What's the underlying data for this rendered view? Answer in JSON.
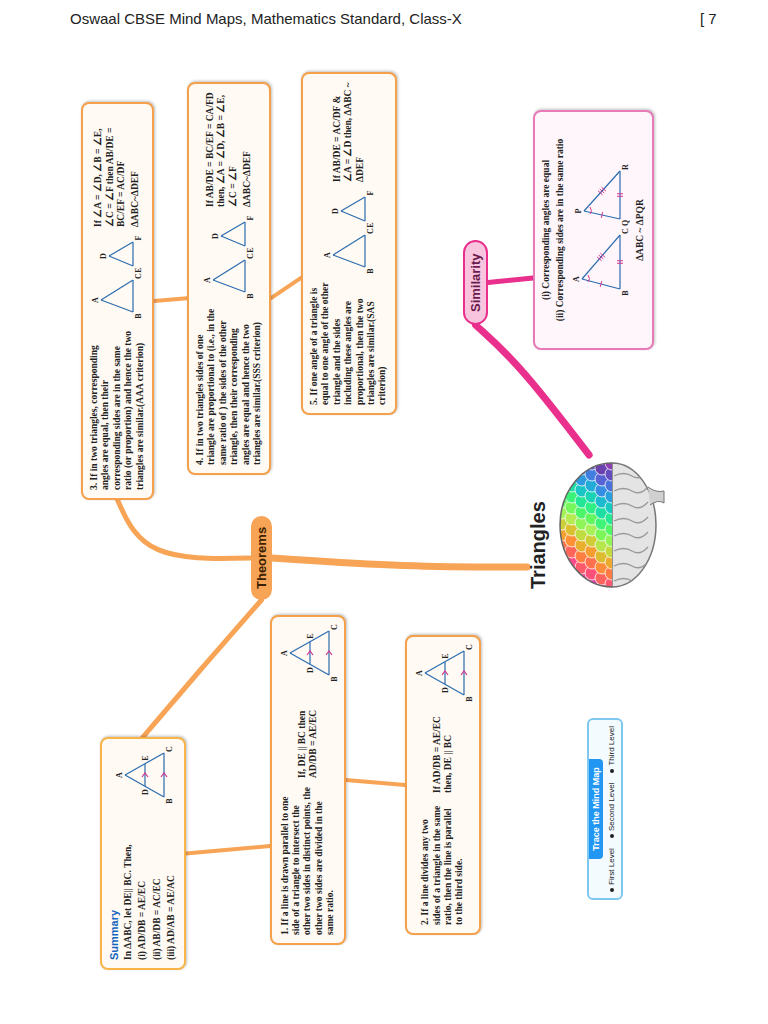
{
  "diagram": {
    "nodes": [
      {
        "text": [
          "Triangles"
        ]
      },
      {
        "text": [
          "Theorems"
        ]
      },
      {
        "text": [
          "Summary",
          "In ΔABC, let DE|| BC. Then,",
          "(i) AD/DB = AE/EC",
          "(ii) AB/DB = AC/EC",
          "(iii) AD/AB = AE/AC"
        ]
      },
      {
        "text": [
          "1. If a line is drawn parallel to one side of a triangle to intersect the other two sides in distinct points, the other two sides are divided in the same ratio.",
          "If, DE || BC then AD/DB = AE/EC"
        ]
      },
      {
        "text": [
          "2. If a line divides any two sides of a triangle in the same ratio, then the line is parallel to the third side.",
          "If AD/DB = AE/EC then, DE || BC"
        ]
      },
      {
        "text": [
          "3. If in two triangles, corresponding angles are equal, then their corresponding sides are in the same ratio (or proportion) and hence the two triangles are similar.(AAA criterion)",
          "If ∠A = ∠D, ∠B = ∠E, ∠C = ∠F then AB/DE = BC/EF = AC/DF",
          "ΔABC~ΔDEF"
        ]
      },
      {
        "text": [
          "4. If in two triangles sides of one triangle are proportional to (i.e., in the same ratio of ) the sides of the other triangle, then their corresponding angles are equal and hence the two triangles are similar.(SSS criterion)",
          "If AB/DE = BC/EF = CA/FD then, ∠A = ∠D, ∠B = ∠E, ∠C = ∠F",
          "ΔABC~ΔDEF"
        ]
      },
      {
        "text": [
          "5. If one angle of a triangle is equal to one angle of the other triangle and the sides including these angles are proportional, then the two triangles are similar.(SAS criterion)",
          "If AB/DE = AC/DF & ∠A = ∠D then, ΔABC ~ ΔDEF"
        ]
      },
      {
        "text": [
          "Similarity"
        ]
      },
      {
        "text": [
          "(i) Corresponding angles are equal",
          "(ii) Corresponding sides are in the same ratio",
          "ΔABC ~ ΔPQR"
        ]
      }
    ],
    "edges": [
      {
        "from": 0,
        "to": 1,
        "arrow": "none"
      },
      {
        "from": 0,
        "to": 8,
        "arrow": "none"
      },
      {
        "from": 1,
        "to": 2,
        "arrow": "none"
      },
      {
        "from": 2,
        "to": 3,
        "arrow": "none"
      },
      {
        "from": 3,
        "to": 4,
        "arrow": "none"
      },
      {
        "from": 1,
        "to": 5,
        "arrow": "none"
      },
      {
        "from": 5,
        "to": 6,
        "arrow": "none"
      },
      {
        "from": 6,
        "to": 7,
        "arrow": "none"
      },
      {
        "from": 8,
        "to": 9,
        "arrow": "none"
      }
    ],
    "labels": [
      "Oswaal CBSE Mind Maps, Mathematics Standard, Class-X",
      "[ 7",
      "Trace the Mind Map",
      "A",
      "D",
      "E",
      "B",
      "C",
      "A",
      "D",
      "E",
      "B",
      "C",
      "A",
      "D",
      "E",
      "B",
      "C",
      "A",
      "B",
      "C",
      "D",
      "E",
      "F",
      "A",
      "B",
      "C",
      "D",
      "E",
      "F",
      "A",
      "B",
      "C",
      "D",
      "E",
      "F",
      "A",
      "B",
      "C",
      "P",
      "Q",
      "R"
    ],
    "legend": [
      {
        "text": "First Level"
      },
      {
        "text": "Second Level"
      },
      {
        "text": "Third Level"
      }
    ]
  }
}
